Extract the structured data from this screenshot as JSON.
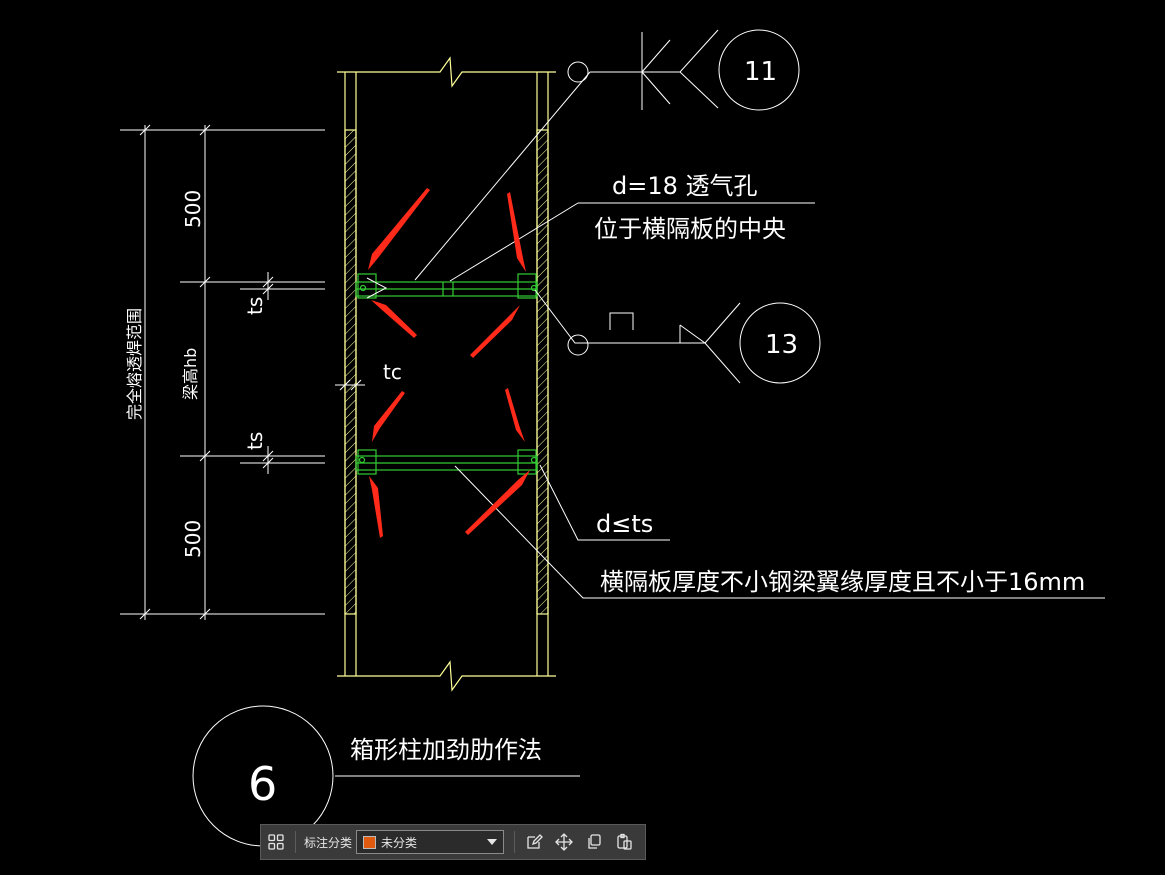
{
  "drawing": {
    "dims": {
      "top": "500",
      "bottom": "500",
      "ts_upper": "ts",
      "ts_lower": "ts",
      "tc": "tc",
      "beam_height": "梁高hb",
      "full_weld": "完全熔透焊范围"
    },
    "callouts": {
      "vent_hole": "d=18 透气孔",
      "vent_hole_pos": "位于横隔板的中央",
      "d_le_ts": "d≤ts",
      "plate_thickness": "横隔板厚度不小钢梁翼缘厚度且不小于16mm"
    },
    "weld_symbols": {
      "upper_ref": "11",
      "lower_ref": "13"
    },
    "detail": {
      "number": "6",
      "title": "箱形柱加劲肋作法"
    },
    "colors": {
      "structure": "#ffff99",
      "stiffener": "#33cc33",
      "arrow": "#ff2a1a",
      "annotation": "#ffffff"
    }
  },
  "toolbar": {
    "grid_icon": "grid-icon",
    "label": "标注分类",
    "selected": "未分类",
    "swatch_color": "#e05a10",
    "icons": [
      "edit-icon",
      "move-icon",
      "copy-icon",
      "paste-icon"
    ]
  }
}
